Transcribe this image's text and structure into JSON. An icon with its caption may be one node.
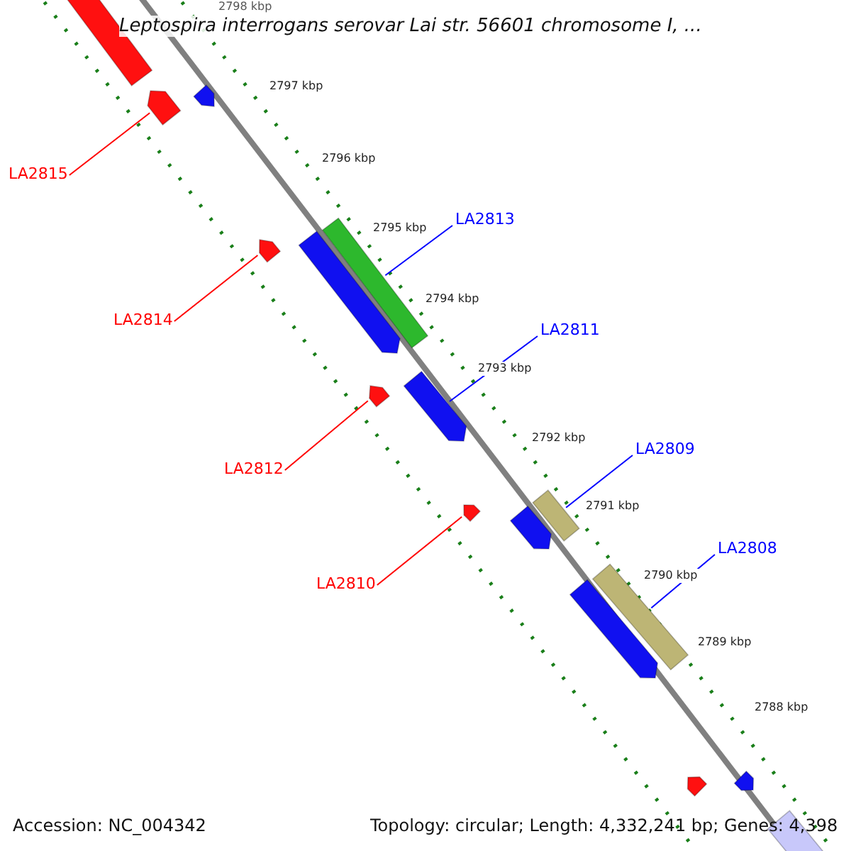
{
  "diagram": {
    "title": "Leptospira interrogans serovar Lai str. 56601 chromosome I, ...",
    "nodes": [
      {
        "text": [
          "LA2815"
        ]
      },
      {
        "text": [
          "LA2813"
        ]
      },
      {
        "text": [
          "LA2814"
        ]
      },
      {
        "text": [
          "LA2811"
        ]
      },
      {
        "text": [
          "LA2812"
        ]
      },
      {
        "text": [
          "LA2809"
        ]
      },
      {
        "text": [
          "LA2810"
        ]
      },
      {
        "text": [
          "LA2808"
        ]
      },
      {
        "text": [],
        "shape": "bar"
      },
      {
        "text": [],
        "shape": "bar"
      },
      {
        "text": [],
        "shape": "bar"
      },
      {
        "text": [],
        "shape": "bar"
      },
      {
        "text": [],
        "shape": "bar"
      },
      {
        "text": [],
        "shape": "bar"
      },
      {
        "text": [],
        "shape": "bar"
      },
      {
        "text": [],
        "shape": "bar"
      },
      {
        "text": [],
        "shape": "bar"
      },
      {
        "text": [],
        "shape": "bar"
      },
      {
        "text": [],
        "shape": "bar"
      },
      {
        "text": [],
        "shape": "bar"
      },
      {
        "text": [],
        "shape": "bar"
      },
      {
        "text": [],
        "shape": "bar"
      },
      {
        "text": [],
        "shape": "bar"
      },
      {
        "text": [],
        "shape": "bar"
      }
    ],
    "edges": [
      {
        "from": 0,
        "to": 9,
        "arrow": "none"
      },
      {
        "from": 1,
        "to": 13,
        "arrow": "none",
        "color": "#0000ff"
      },
      {
        "from": 2,
        "to": 11,
        "arrow": "none"
      },
      {
        "from": 3,
        "to": 15,
        "arrow": "none",
        "color": "#0000ff"
      },
      {
        "from": 4,
        "to": 14,
        "arrow": "none"
      },
      {
        "from": 5,
        "to": 18,
        "arrow": "none",
        "color": "#0000ff"
      },
      {
        "from": 6,
        "to": 16,
        "arrow": "none"
      },
      {
        "from": 7,
        "to": 20,
        "arrow": "none",
        "color": "#0000ff"
      }
    ],
    "labels": [
      "2798 kbp",
      "2797 kbp",
      "2796 kbp",
      "2795 kbp",
      "2794 kbp",
      "2793 kbp",
      "2792 kbp",
      "2791 kbp",
      "2790 kbp",
      "2789 kbp",
      "2788 kbp",
      "Accession: NC_004342",
      "Topology: circular; Length: 4,332,241 bp; Genes: 4,398"
    ]
  }
}
